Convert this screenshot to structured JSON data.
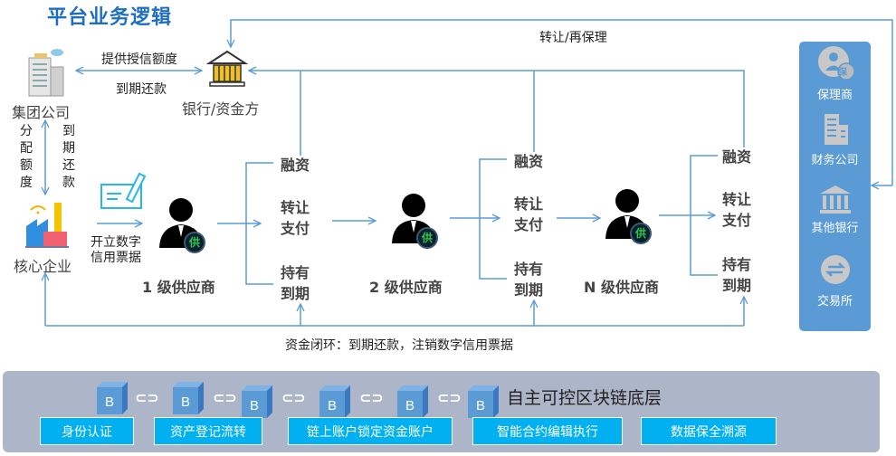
{
  "title": "平台业务逻辑",
  "transfer_refactor": "转让/再保理",
  "bank": {
    "label": "银行/资金方"
  },
  "group": {
    "label": "集团公司"
  },
  "credit": {
    "provide": "提供授信额度",
    "repay": "到期还款"
  },
  "allocate": {
    "left": "分配额度",
    "right": "到期还款"
  },
  "core": {
    "label": "核心企业",
    "issue": "开立数字信用票据"
  },
  "suppliers": [
    {
      "label": "1 级供应商",
      "badge": "供"
    },
    {
      "label": "2 级供应商",
      "badge": "供"
    },
    {
      "label": "N 级供应商",
      "badge": "供"
    }
  ],
  "steps": {
    "finance": "融资",
    "transfer": "转让支付",
    "hold": "持有到期"
  },
  "loop": "资金闭环：到期还款，注销数字信用票据",
  "sidebar": [
    {
      "label": "保理商",
      "badge": "保"
    },
    {
      "label": "财务公司"
    },
    {
      "label": "其他银行"
    },
    {
      "label": "交易所"
    }
  ],
  "chain": {
    "title": "自主可控区块链底层",
    "block": "B",
    "features": [
      "身份认证",
      "资产登记流转",
      "链上账户锁定资金账户",
      "智能合约编辑执行",
      "数据保全溯源"
    ]
  },
  "colors": {
    "line": "#5b9bd5",
    "title": "#1f6fc1",
    "button": "#00b0f0",
    "panel": "#adb5c9"
  }
}
